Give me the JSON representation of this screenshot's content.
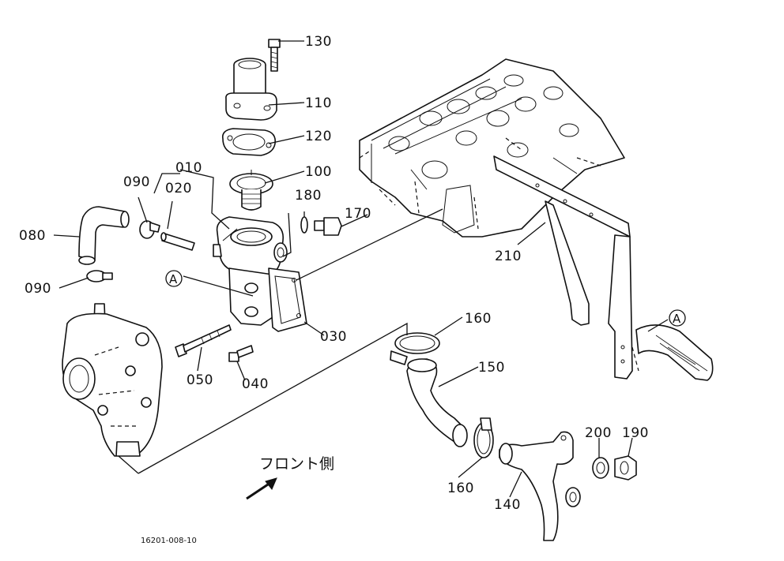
{
  "callouts": {
    "p130": "130",
    "p110": "110",
    "p120": "120",
    "p100": "100",
    "p010": "010",
    "p020": "020",
    "p090_top": "090",
    "p080": "080",
    "p090_bottom": "090",
    "p180": "180",
    "p170": "170",
    "p210": "210",
    "p030": "030",
    "p050": "050",
    "p040": "040",
    "p160_top": "160",
    "p150": "150",
    "p160_bottom": "160",
    "p140": "140",
    "p200": "200",
    "p190": "190"
  },
  "reference_marks": {
    "left": "A",
    "right": "A"
  },
  "front_side_label": "フロント側",
  "figure_id": "16201-008-10",
  "icons": {
    "front_arrow": "arrow-up-right-icon"
  }
}
